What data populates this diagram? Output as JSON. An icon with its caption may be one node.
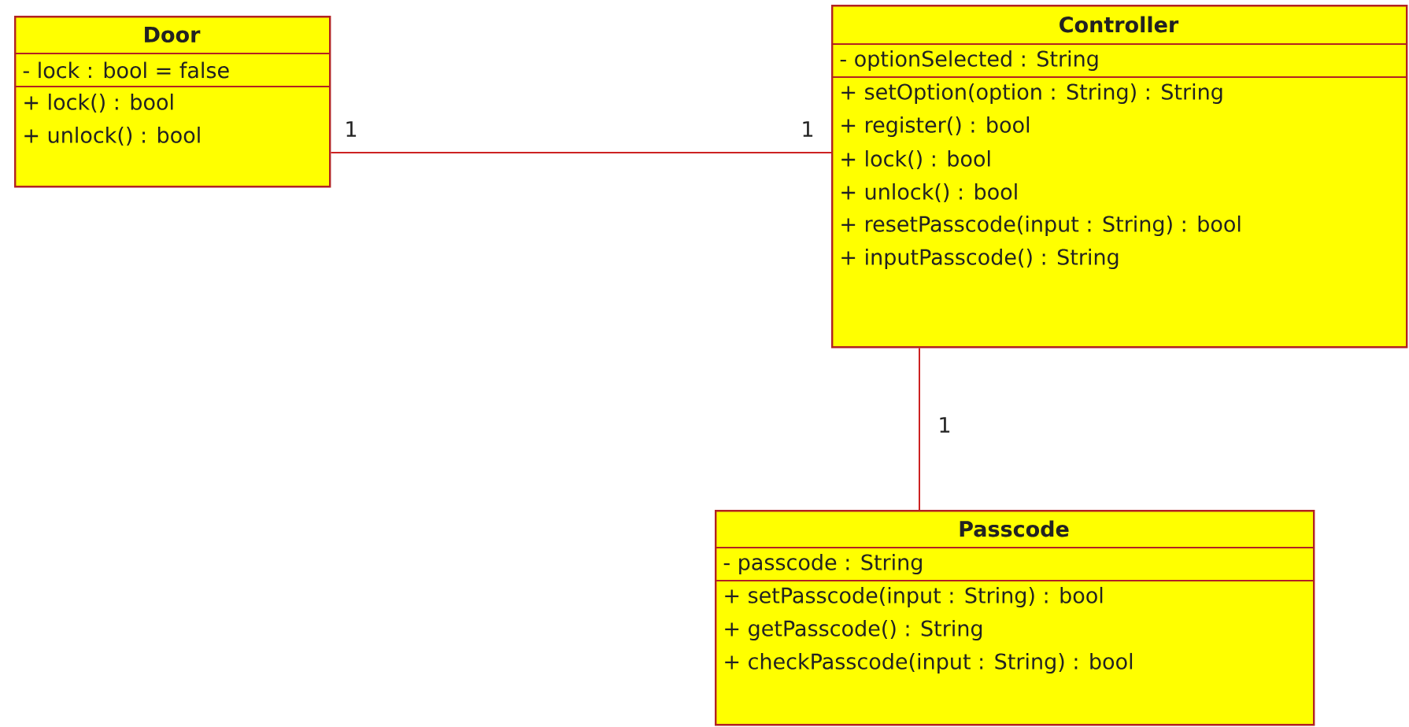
{
  "diagram": {
    "nodes": [
      {
        "text": [
          "Door",
          "- lock : bool = false",
          "+ lock() : bool",
          "+ unlock() : bool"
        ]
      },
      {
        "text": [
          "Controller",
          "- optionSelected : String",
          "+ setOption(option : String) : String",
          "+ register() : bool",
          "+ lock() : bool",
          "+ unlock() : bool",
          "+ resetPasscode(input : String) : bool",
          "+ inputPasscode() : String"
        ]
      },
      {
        "text": [
          "Passcode",
          "- passcode : String",
          "+ setPasscode(input : String) : bool",
          "+ getPasscode() : String",
          "+ checkPasscode(input : String) : bool"
        ]
      }
    ],
    "edges": [
      {
        "from": 0,
        "to": 1,
        "arrow": "none"
      },
      {
        "from": 1,
        "to": 2,
        "arrow": "none"
      }
    ],
    "labels": [
      "1",
      "1",
      "1"
    ]
  }
}
